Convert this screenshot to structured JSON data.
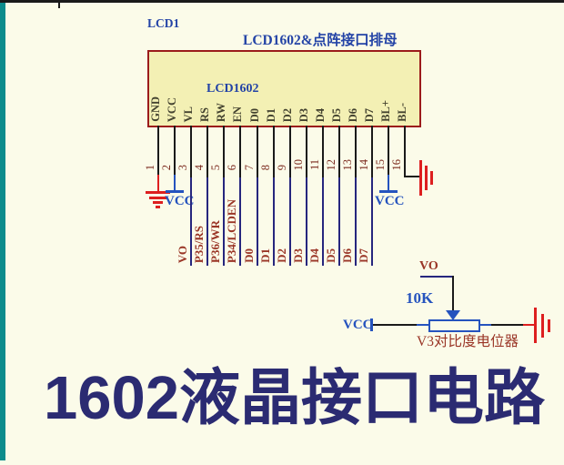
{
  "designator": "LCD1",
  "header_label": "LCD1602&点阵接口排母",
  "component": {
    "name": "LCD1602",
    "pins": [
      {
        "num": "1",
        "name": "GND",
        "net": ""
      },
      {
        "num": "2",
        "name": "VCC",
        "net": ""
      },
      {
        "num": "3",
        "name": "VL",
        "net": "VO"
      },
      {
        "num": "4",
        "name": "RS",
        "net": "P35/RS"
      },
      {
        "num": "5",
        "name": "RW",
        "net": "P36/WR"
      },
      {
        "num": "6",
        "name": "EN",
        "net": "P34/LCDEN"
      },
      {
        "num": "7",
        "name": "D0",
        "net": "D0"
      },
      {
        "num": "8",
        "name": "D1",
        "net": "D1"
      },
      {
        "num": "9",
        "name": "D2",
        "net": "D2"
      },
      {
        "num": "10",
        "name": "D3",
        "net": "D3"
      },
      {
        "num": "11",
        "name": "D4",
        "net": "D4"
      },
      {
        "num": "12",
        "name": "D5",
        "net": "D5"
      },
      {
        "num": "13",
        "name": "D6",
        "net": "D6"
      },
      {
        "num": "14",
        "name": "D7",
        "net": "D7"
      },
      {
        "num": "15",
        "name": "BL+",
        "net": ""
      },
      {
        "num": "16",
        "name": "BL-",
        "net": ""
      }
    ]
  },
  "labels": {
    "vcc": "VCC"
  },
  "pot": {
    "signal": "VO",
    "value": "10K",
    "caption": "V3对比度电位器"
  },
  "title": "1602液晶接口电路",
  "colors": {
    "bg": "#FBFBE9",
    "teal": "#0D8C8C",
    "box-fill": "#F3F0B4",
    "box-border": "#9B1B1B",
    "wire-blue": "#26267E",
    "symbol-blue": "#2553BE",
    "text-blue": "#2343A6",
    "gnd-red": "#DD1F1F",
    "net-red": "#9A3526",
    "pin-num-red": "#7C2B1F",
    "pin-name-dark": "#43422F",
    "title-navy": "#2B2B72",
    "border-black": "#1A1A1A"
  }
}
